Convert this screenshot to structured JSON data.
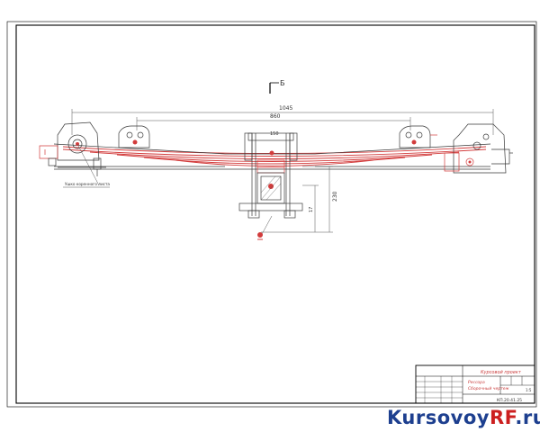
{
  "drawing": {
    "section_mark": "Б",
    "dim_overall": "1045",
    "dim_inner": "860",
    "dim_small": "150",
    "dim_height": "230",
    "dim_vertical_small": "17",
    "leader_callout": "Ушко коренного листа"
  },
  "title_block": {
    "header_text": "Курсовой проект",
    "name_line1": "Рессора",
    "name_line2": "Сборочный чертеж",
    "scale": "1:5",
    "code": "КП.20.41.25"
  },
  "watermark": {
    "main": "Kursovoy",
    "accent": "RF",
    "suffix": ".ru"
  },
  "colors": {
    "line": "#3a3a3a",
    "leaf_red": "#d23c3c",
    "watermark_blue": "#1d3f8f",
    "watermark_red": "#cc1f1f"
  }
}
